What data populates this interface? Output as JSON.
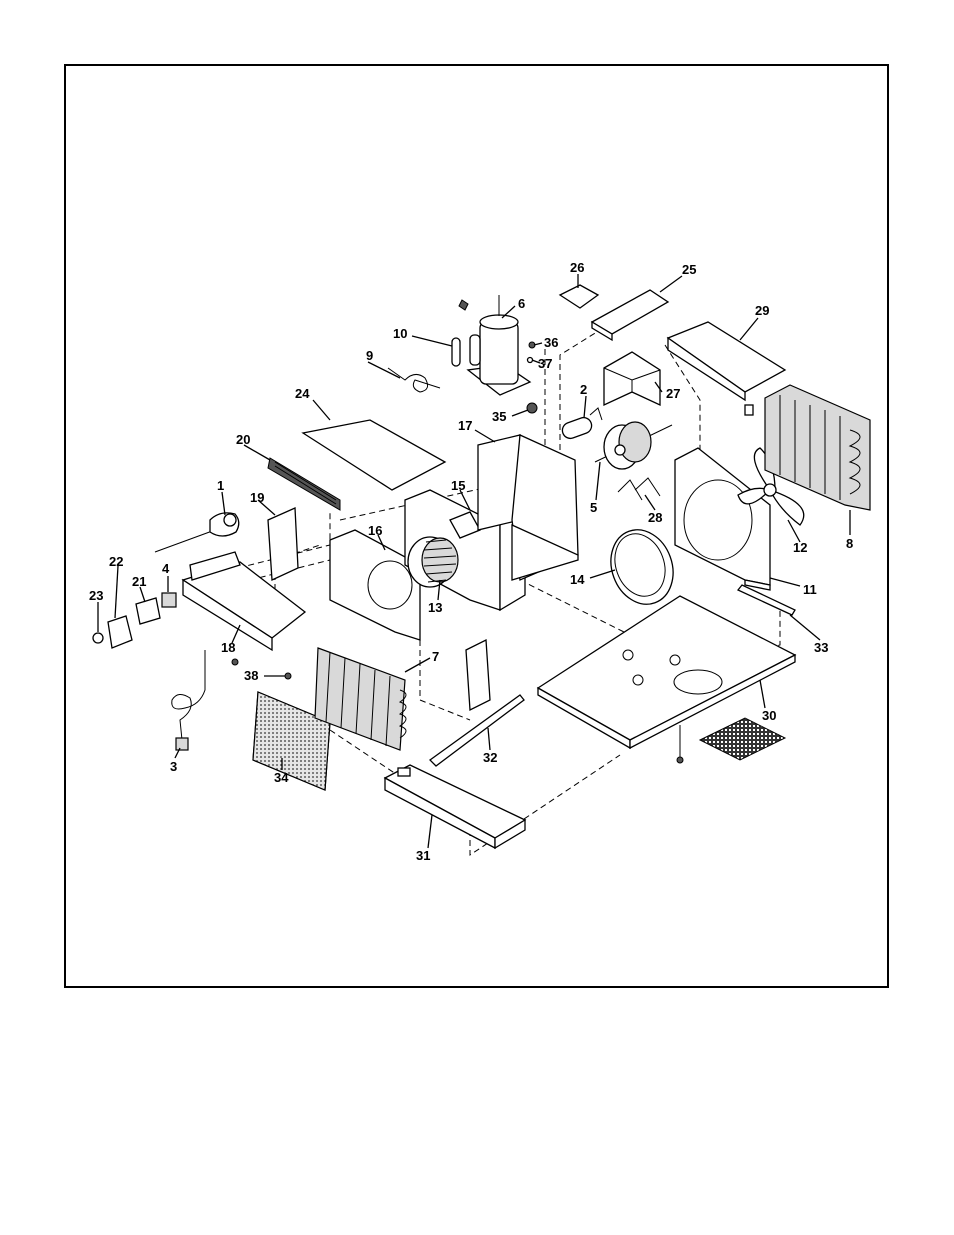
{
  "callouts": [
    "1",
    "2",
    "3",
    "4",
    "5",
    "6",
    "7",
    "8",
    "9",
    "10",
    "11",
    "12",
    "13",
    "14",
    "15",
    "16",
    "17",
    "18",
    "19",
    "20",
    "21",
    "22",
    "23",
    "24",
    "25",
    "26",
    "27",
    "28",
    "29",
    "30",
    "31",
    "32",
    "33",
    "34",
    "35",
    "36",
    "37",
    "38"
  ],
  "colors": {
    "line": "#000000",
    "paper": "#ffffff",
    "shade": "#d9d9d9"
  }
}
